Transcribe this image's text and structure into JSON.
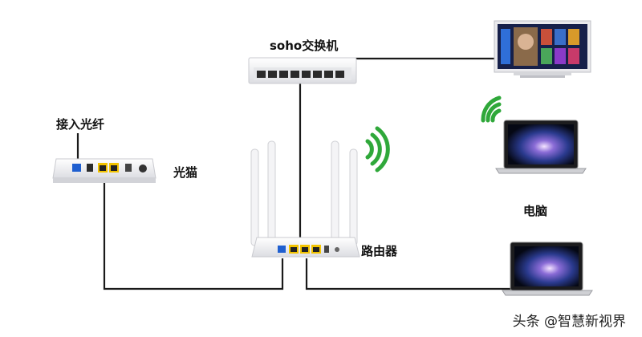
{
  "labels": {
    "switch": "soho交换机",
    "fiber": "接入光纤",
    "modem": "光猫",
    "computer": "电脑",
    "router": "路由器"
  },
  "watermark": "头条 @智慧新视界",
  "colors": {
    "wire": "#1a1a1a",
    "wifi": "#2fa83a",
    "device_body": "#f1f1f3",
    "port_yellow": "#f2c300",
    "port_blue": "#1f5fd0",
    "screen_blue": "#1f3e8c"
  }
}
